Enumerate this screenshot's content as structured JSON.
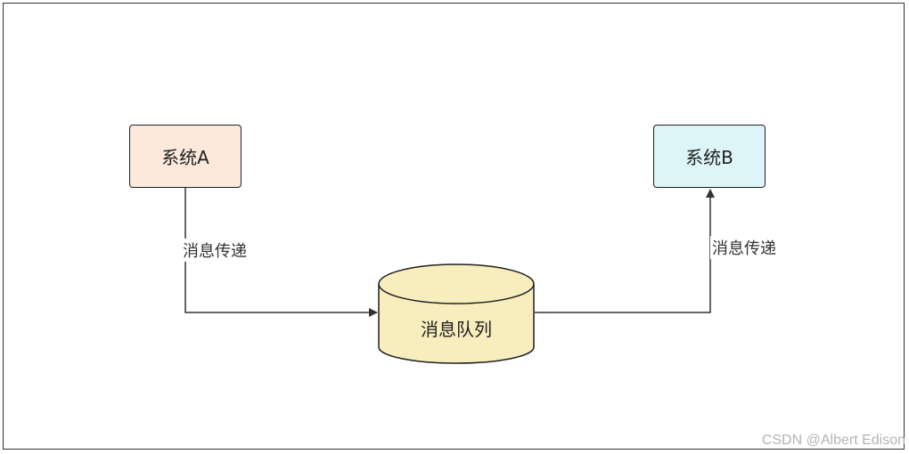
{
  "nodes": {
    "system_a": "系统A",
    "system_b": "系统B",
    "queue": "消息队列"
  },
  "edges": {
    "left_label": "消息传递",
    "right_label": "消息传递"
  },
  "watermark": "CSDN @Albert Edison",
  "colors": {
    "system_a_fill": "#fce9dc",
    "system_b_fill": "#ddf5f8",
    "queue_fill": "#f7edbd",
    "stroke": "#1f1f1f",
    "arrow": "#333333",
    "watermark": "#b4b4b4"
  }
}
